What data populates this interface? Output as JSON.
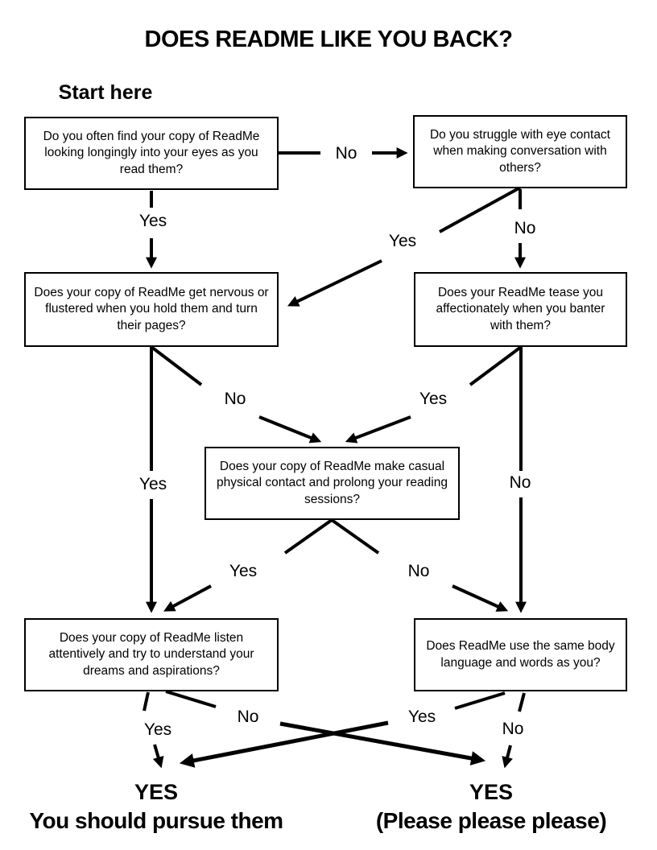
{
  "title": "DOES README LIKE YOU BACK?",
  "start_label": "Start here",
  "colors": {
    "ink": "#000000",
    "background": "#ffffff"
  },
  "nodes": [
    {
      "id": "q1",
      "text": "Do you often find your copy of ReadMe looking longingly into your eyes as you read them?"
    },
    {
      "id": "q2",
      "text": "Do you struggle with eye contact when making conversation with others?"
    },
    {
      "id": "q3",
      "text": "Does your copy of ReadMe get nervous or flustered when you hold them and turn their pages?"
    },
    {
      "id": "q4",
      "text": "Does your ReadMe tease you affectionately when you banter with them?"
    },
    {
      "id": "q5",
      "text": "Does your copy of ReadMe make casual physical contact and prolong your reading sessions?"
    },
    {
      "id": "q6",
      "text": "Does your copy of ReadMe listen attentively and try to understand your dreams and aspirations?"
    },
    {
      "id": "q7",
      "text": "Does ReadMe use the same body language and words as you?"
    }
  ],
  "edges": [
    {
      "from": "q1",
      "to": "q2",
      "label": "No"
    },
    {
      "from": "q1",
      "to": "q3",
      "label": "Yes"
    },
    {
      "from": "q2",
      "to": "q3",
      "label": "Yes"
    },
    {
      "from": "q2",
      "to": "q4",
      "label": "No"
    },
    {
      "from": "q3",
      "to": "q5",
      "label": "No"
    },
    {
      "from": "q3",
      "to": "q6",
      "label": "Yes"
    },
    {
      "from": "q4",
      "to": "q5",
      "label": "Yes"
    },
    {
      "from": "q4",
      "to": "q7",
      "label": "No"
    },
    {
      "from": "q5",
      "to": "q6",
      "label": "Yes"
    },
    {
      "from": "q5",
      "to": "q7",
      "label": "No"
    },
    {
      "from": "q6",
      "to": "result-left",
      "label": "Yes"
    },
    {
      "from": "q6",
      "to": "result-right",
      "label": "No"
    },
    {
      "from": "q7",
      "to": "result-left",
      "label": "Yes"
    },
    {
      "from": "q7",
      "to": "result-right",
      "label": "No"
    }
  ],
  "results": {
    "left": {
      "headline": "YES",
      "subtitle": "You should pursue them"
    },
    "right": {
      "headline": "YES",
      "subtitle": "(Please please please)"
    }
  }
}
